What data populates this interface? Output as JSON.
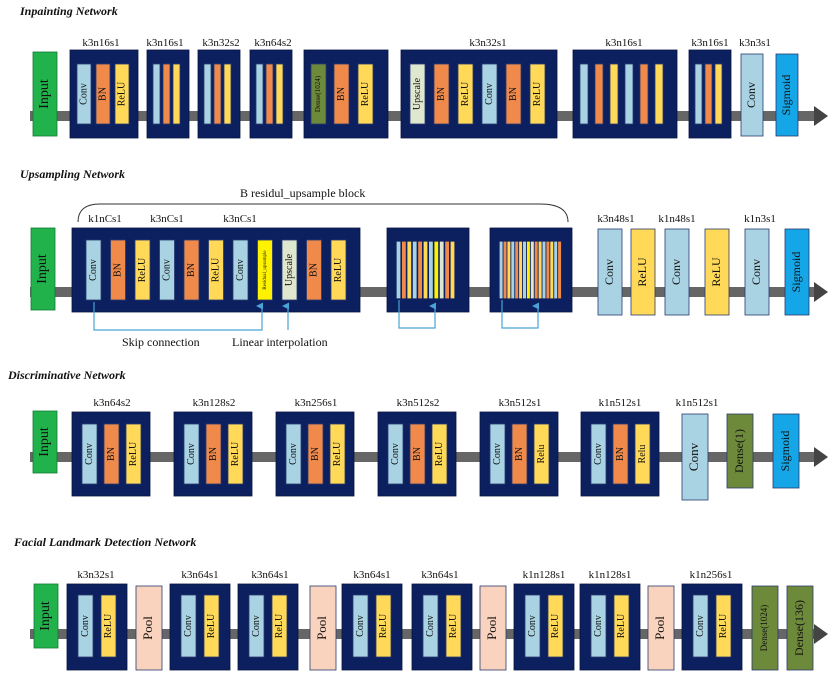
{
  "colors": {
    "block": "#0c1f5e",
    "conv": "#a9d3e3",
    "bn": "#f08a4b",
    "relu": "#ffd957",
    "input": "#22b24c",
    "sigmoid": "#14a6e6",
    "dense": "#6d8a3a",
    "pool": "#f9d3bd",
    "upscale": "#dfe7cf",
    "resupsample": "#fff200",
    "arrow": "#666666",
    "skip": "#4aa3d6"
  },
  "sections": {
    "inpainting": {
      "title": "Inpainting Network",
      "input": "Input",
      "labels": [
        "k3n16s1",
        "k3n16s1",
        "k3n32s2",
        "k3n64s2",
        "k3n32s1",
        "k3n16s1",
        "k3n16s1",
        "k3n3s1"
      ],
      "layers": {
        "conv": "Conv",
        "bn": "BN",
        "relu": "ReLU",
        "dense": "Dense(1024)",
        "upscale": "Upscale",
        "sigmoid": "Sigmoid"
      }
    },
    "upsampling": {
      "title": "Upsampling Network",
      "input": "Input",
      "brace_label": "B residul_upsample block",
      "labels": [
        "k1nCs1",
        "k3nCs1",
        "k3nCs1",
        "k3n48s1",
        "k1n48s1",
        "k1n3s1"
      ],
      "layers": {
        "conv": "Conv",
        "bn": "BN",
        "relu": "ReLU",
        "resupsample": "Residual_upsample",
        "upscale": "Upscale",
        "sigmoid": "Sigmoid"
      },
      "skip_label": "Skip connection",
      "interp_label": "Linear interpolation"
    },
    "discriminative": {
      "title": "Discriminative Network",
      "input": "Input",
      "labels": [
        "k3n64s2",
        "k3n128s2",
        "k3n256s1",
        "k3n512s2",
        "k3n512s1",
        "k1n512s1",
        "k1n512s1"
      ],
      "layers": {
        "conv": "Conv",
        "bn": "BN",
        "relu": "ReLU",
        "relu_lower": "Relu",
        "dense": "Dense(1)",
        "sigmoid": "Sigmoid"
      }
    },
    "landmark": {
      "title": "Facial Landmark Detection Network",
      "input": "Input",
      "labels": [
        "k3n32s1",
        "k3n64s1",
        "k3n64s1",
        "k3n64s1",
        "k3n64s1",
        "k1n128s1",
        "k1n128s1",
        "k1n256s1"
      ],
      "layers": {
        "conv": "Conv",
        "relu": "ReLU",
        "pool": "Pool",
        "dense1": "Dense(1024)",
        "dense2": "Dense(136)"
      }
    }
  }
}
